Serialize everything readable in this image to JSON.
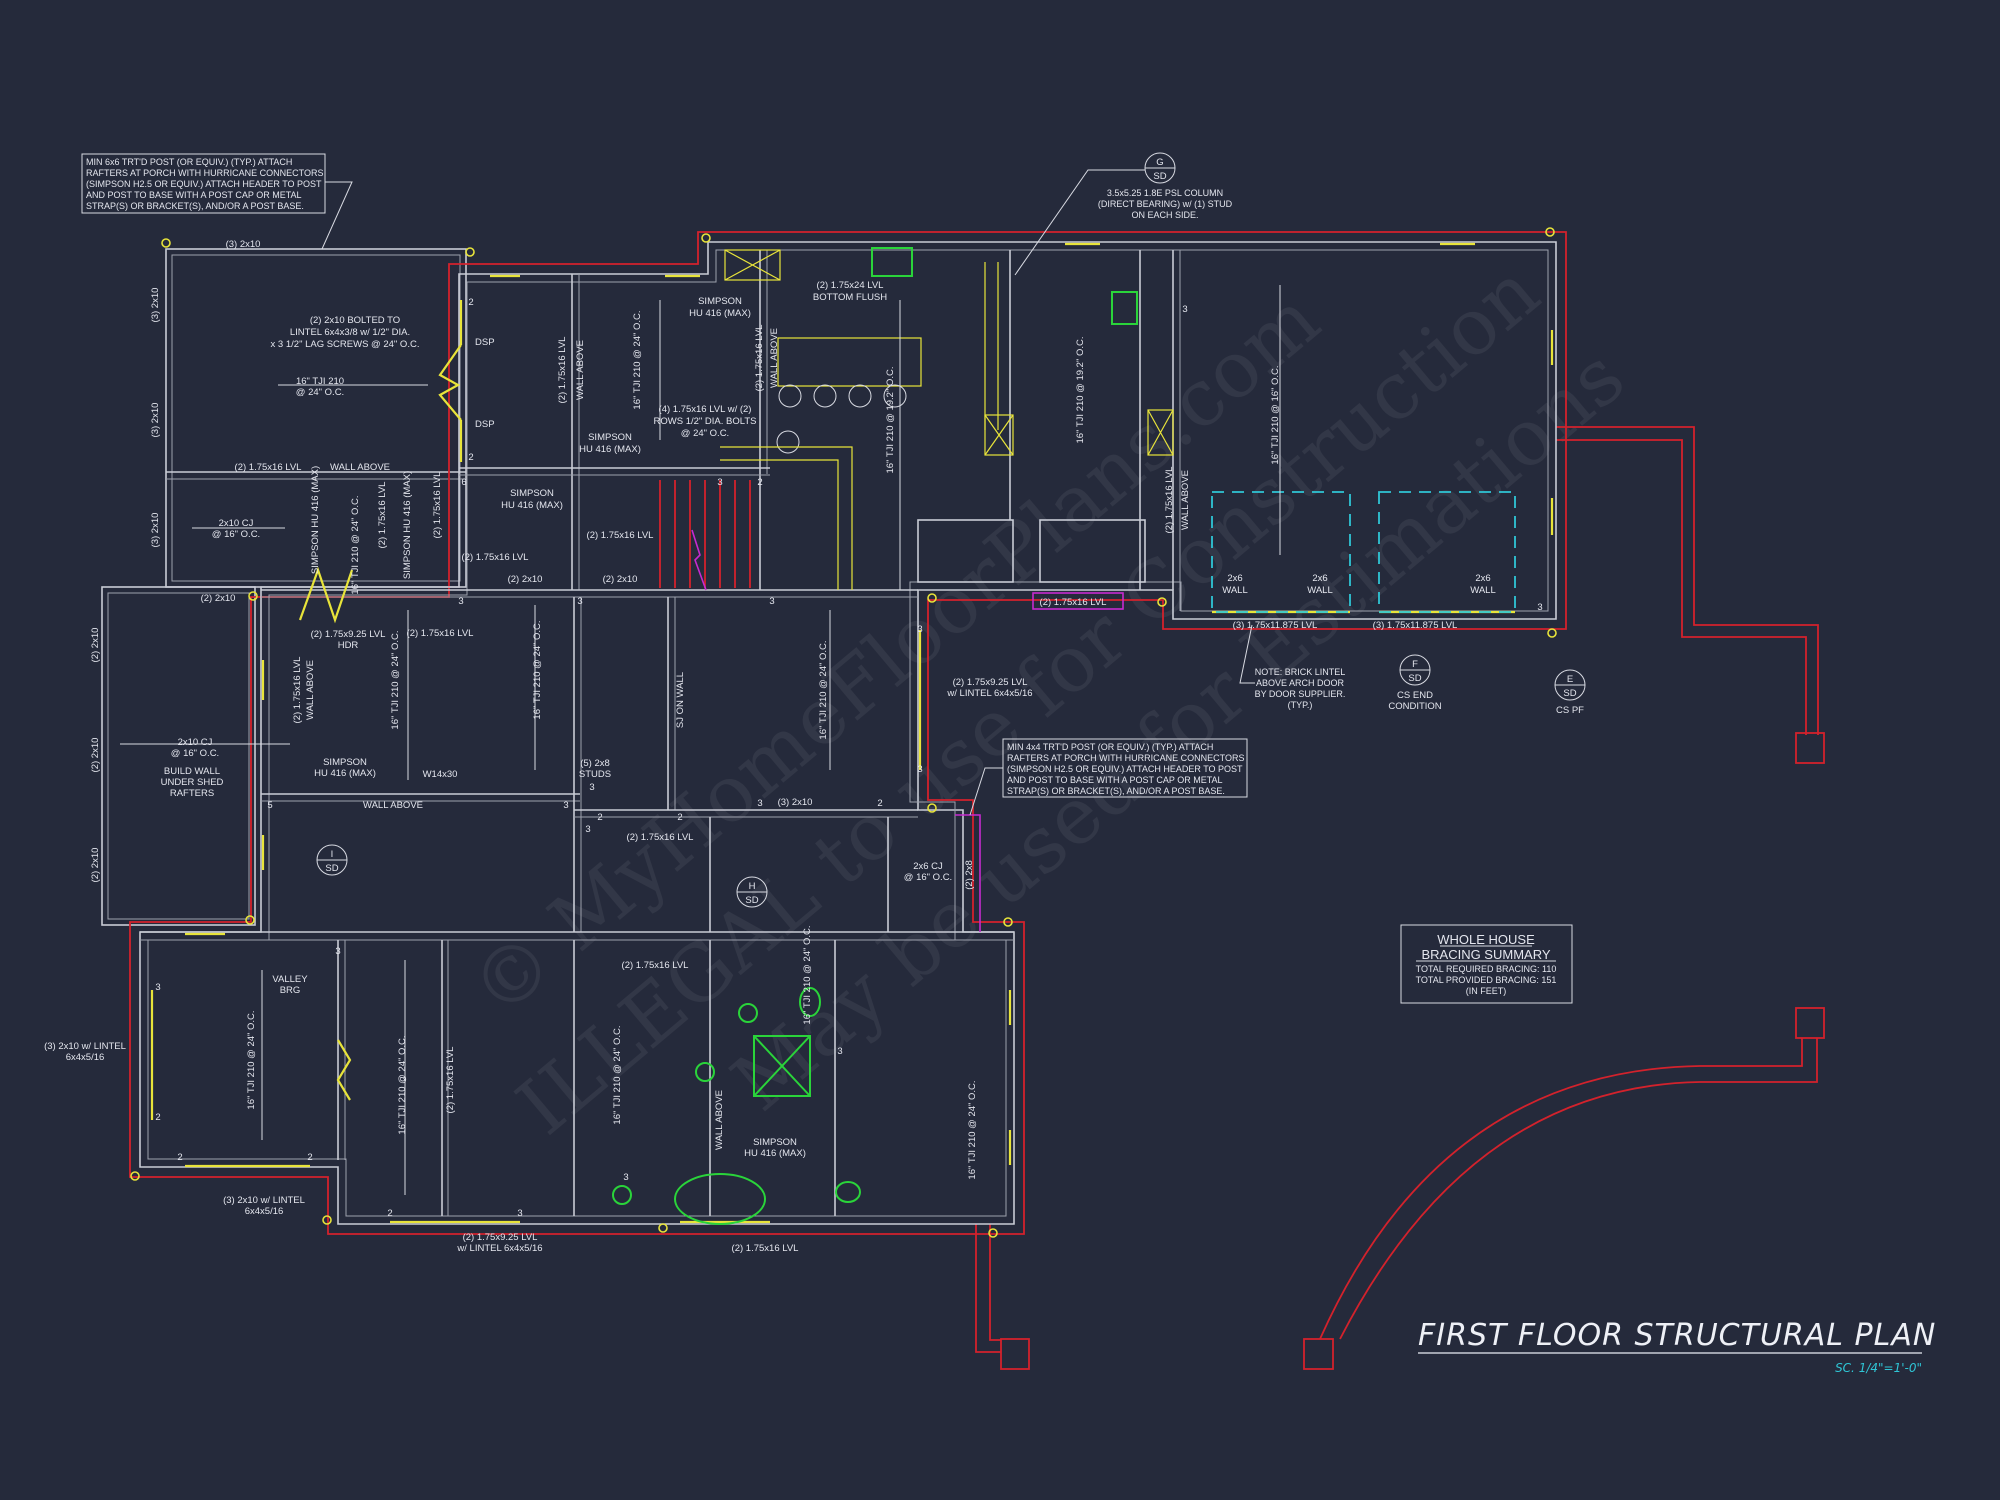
{
  "title": "FIRST FLOOR STRUCTURAL PLAN",
  "scale": "SC. 1/4\"=1'-0\"",
  "watermark": [
    "© MyHomeFloorPlans.com",
    "ILLEGAL to use for Construction",
    "May be used for Estimations"
  ],
  "colors": {
    "background": "#252a3b",
    "walls": "#c9ccd6",
    "brick_veneer": "#d3222c",
    "headers": "#e8e43a",
    "garage_doors": "#2fc6d6",
    "fixtures": "#2ad43a",
    "highlight": "#c62ad0"
  },
  "notes": {
    "porch_post_6x6": [
      "MIN 6x6 TRT'D POST (OR EQUIV.) (TYP.) ATTACH",
      "RAFTERS AT PORCH WITH HURRICANE CONNECTORS",
      "(SIMPSON H2.5 OR EQUIV.) ATTACH HEADER TO POST",
      "AND POST TO BASE WITH A POST CAP OR METAL",
      "STRAP(S) OR BRACKET(S), AND/OR A POST BASE."
    ],
    "porch_post_4x4": [
      "MIN 4x4 TRT'D POST (OR EQUIV.) (TYP.) ATTACH",
      "RAFTERS AT PORCH WITH HURRICANE CONNECTORS",
      "(SIMPSON H2.5 OR EQUIV.) ATTACH HEADER TO POST",
      "AND POST TO BASE WITH A POST CAP OR METAL",
      "STRAP(S) OR BRACKET(S), AND/OR A POST BASE."
    ],
    "psl_column": [
      "3.5x5.25 1.8E PSL COLUMN",
      "(DIRECT BEARING) w/ (1) STUD",
      "ON EACH SIDE."
    ],
    "brick_lintel": [
      "NOTE: BRICK LINTEL",
      "ABOVE ARCH DOOR",
      "BY DOOR SUPPLIER.",
      "(TYP.)"
    ]
  },
  "details": [
    {
      "id": "G",
      "sheet": "SD",
      "caption": ""
    },
    {
      "id": "F",
      "sheet": "SD",
      "caption": "CS END CONDITION"
    },
    {
      "id": "E",
      "sheet": "SD",
      "caption": "CS PF"
    },
    {
      "id": "I",
      "sheet": "SD",
      "caption": ""
    },
    {
      "id": "H",
      "sheet": "SD",
      "caption": ""
    }
  ],
  "bracing_summary": {
    "heading": [
      "WHOLE HOUSE",
      "BRACING SUMMARY"
    ],
    "required": "TOTAL REQUIRED BRACING: 110",
    "provided": "TOTAL PROVIDED BRACING: 151",
    "units": "(IN FEET)"
  },
  "labels": [
    "(3) 2x10",
    "(3) 2x10",
    "(3) 2x10",
    "(3) 2x10",
    "(2) 2x10 BOLTED TO",
    "LINTEL 6x4x3/8 w/ 1/2\" DIA.",
    "x 3 1/2\" LAG SCREWS @ 24\" O.C.",
    "16\" TJI 210",
    "@ 24\" O.C.",
    "DSP",
    "DSP",
    "(2) 1.75x16 LVL",
    "WALL ABOVE",
    "2x10 CJ",
    "@ 16\" O.C.",
    "SIMPSON HU 416 (MAX)",
    "SIMPSON HU 416 (MAX)",
    "16\" TJI 210 @ 24\" O.C.",
    "(2) 1.75x16 LVL",
    "(2) 1.75x16 LVL",
    "(2) 1.75x16 LVL",
    "WALL ABOVE",
    "16\" TJI 210 @ 24\" O.C.",
    "SIMPSON",
    "HU 416 (MAX)",
    "(4) 1.75x16 LVL w/ (2)",
    "ROWS 1/2\" DIA. BOLTS",
    "@ 24\" O.C.",
    "SIMPSON",
    "HU 416 (MAX)",
    "SIMPSON",
    "HU 416 (MAX)",
    "(2) 1.75x16 LVL",
    "(2) 1.75x16 LVL",
    "(2) 1.75x24 LVL",
    "BOTTOM FLUSH",
    "(2) 1.75x16 LVL",
    "WALL ABOVE",
    "16\" TJI 210 @ 19.2\" O.C.",
    "16\" TJI 210 @ 19.2\" O.C.",
    "(2) 1.75x16 LVL",
    "WALL ABOVE",
    "16\" TJI 210 @ 16\" O.C.",
    "2x6",
    "WALL",
    "2x6",
    "WALL",
    "2x6",
    "WALL",
    "(3) 1.75x11.875 LVL",
    "(3) 1.75x11.875 LVL",
    "(2) 1.75x16 LVL",
    "(2) 2x10",
    "(2) 2x10",
    "(2) 2x10",
    "(2) 1.75x9.25 LVL",
    "HDR",
    "(2) 1.75x16 LVL",
    "(2) 1.75x16 LVL",
    "WALL ABOVE",
    "16\" TJI 210 @ 24\" O.C.",
    "16\" TJI 210 @ 24\" O.C.",
    "16\" TJI 210 @ 24\" O.C.",
    "(2) 2x10",
    "(2) 2x10",
    "(2) 2x10",
    "2x10 CJ",
    "@ 16\" O.C.",
    "BUILD WALL",
    "UNDER SHED",
    "RAFTERS",
    "SIMPSON",
    "HU 416 (MAX)",
    "W14x30",
    "WALL ABOVE",
    "(5) 2x8",
    "STUDS",
    "SJ ON WALL",
    "(2) 1.75x9.25 LVL",
    "w/ LINTEL 6x4x5/16",
    "(3) 2x10",
    "(2) 1.75x16 LVL",
    "2x6 CJ",
    "@ 16\" O.C.",
    "(2) 2x8",
    "VALLEY",
    "BRG",
    "(3) 2x10 w/ LINTEL",
    "6x4x5/16",
    "16\" TJI 210 @ 24\" O.C.",
    "16\" TJI 210 @ 24\" O.C.",
    "(2) 1.75x16 LVL",
    "(3) 2x10 w/ LINTEL",
    "6x4x5/16",
    "(2) 1.75x9.25 LVL",
    "w/ LINTEL 6x4x5/16",
    "(2) 1.75x16 LVL",
    "16\" TJI 210 @ 24\" O.C.",
    "16\" TJI 210 @ 24\" O.C.",
    "16\" TJI 210 @ 24\" O.C.",
    "WALL ABOVE",
    "SIMPSON",
    "HU 416 (MAX)",
    "(2) 1.75x16 LVL",
    "2",
    "2",
    "6",
    "3",
    "3",
    "3",
    "3",
    "2",
    "5",
    "3",
    "3",
    "2",
    "2",
    "3",
    "3",
    "2",
    "3",
    "3",
    "3",
    "3",
    "2",
    "2",
    "2",
    "2",
    "3",
    "3",
    "3",
    "3",
    "3",
    "3"
  ]
}
